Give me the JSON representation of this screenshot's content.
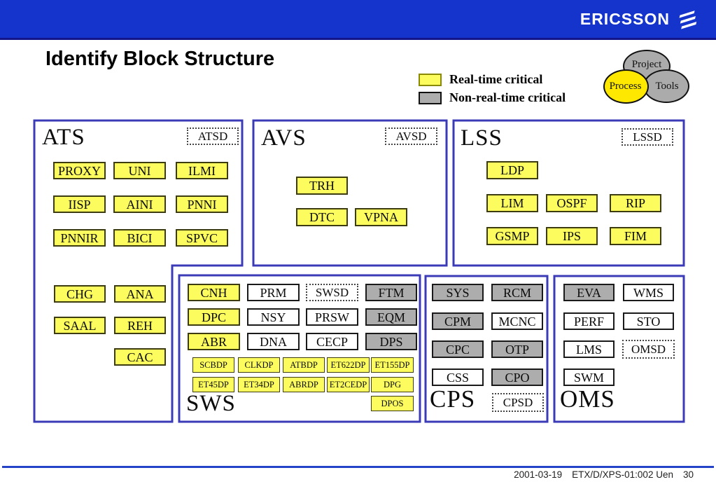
{
  "header": {
    "brand": "ERICSSON"
  },
  "title": "Identify Block Structure",
  "legend": {
    "realtime": "Real-time critical",
    "non_realtime": "Non-real-time critical"
  },
  "venn": {
    "top": "Project",
    "left": "Process",
    "right": "Tools"
  },
  "colors": {
    "bar_blue": "#1434CB",
    "container_border_blue": "#3B3BB8",
    "realtime_yellow": "#FCFC5E",
    "non_realtime_gray": "#ADADAD",
    "venn_yellow": "#FFE800"
  },
  "blocks": {
    "ats": {
      "title": "ATS",
      "badge": "ATSD",
      "boxes": [
        {
          "label": "PROXY",
          "type": "realtime"
        },
        {
          "label": "UNI",
          "type": "realtime"
        },
        {
          "label": "ILMI",
          "type": "realtime"
        },
        {
          "label": "IISP",
          "type": "realtime"
        },
        {
          "label": "AINI",
          "type": "realtime"
        },
        {
          "label": "PNNI",
          "type": "realtime"
        },
        {
          "label": "PNNIR",
          "type": "realtime"
        },
        {
          "label": "BICI",
          "type": "realtime"
        },
        {
          "label": "SPVC",
          "type": "realtime"
        },
        {
          "label": "CHG",
          "type": "realtime"
        },
        {
          "label": "ANA",
          "type": "realtime"
        },
        {
          "label": "SAAL",
          "type": "realtime"
        },
        {
          "label": "REH",
          "type": "realtime"
        },
        {
          "label": "CAC",
          "type": "realtime"
        }
      ]
    },
    "avs": {
      "title": "AVS",
      "badge": "AVSD",
      "boxes": [
        {
          "label": "TRH",
          "type": "realtime"
        },
        {
          "label": "DTC",
          "type": "realtime"
        },
        {
          "label": "VPNA",
          "type": "realtime"
        }
      ]
    },
    "lss": {
      "title": "LSS",
      "badge": "LSSD",
      "boxes": [
        {
          "label": "LDP",
          "type": "realtime"
        },
        {
          "label": "LIM",
          "type": "realtime"
        },
        {
          "label": "OSPF",
          "type": "realtime"
        },
        {
          "label": "RIP",
          "type": "realtime"
        },
        {
          "label": "GSMP",
          "type": "realtime"
        },
        {
          "label": "IPS",
          "type": "realtime"
        },
        {
          "label": "FIM",
          "type": "realtime"
        }
      ]
    },
    "sws": {
      "title": "SWS",
      "badge": "SWSD",
      "boxes": [
        {
          "label": "CNH",
          "type": "realtime"
        },
        {
          "label": "PRM",
          "type": "plain"
        },
        {
          "label": "FTM",
          "type": "nonrealtime"
        },
        {
          "label": "DPC",
          "type": "realtime"
        },
        {
          "label": "NSY",
          "type": "plain"
        },
        {
          "label": "PRSW",
          "type": "plain"
        },
        {
          "label": "EQM",
          "type": "nonrealtime"
        },
        {
          "label": "ABR",
          "type": "realtime"
        },
        {
          "label": "DNA",
          "type": "plain"
        },
        {
          "label": "CECP",
          "type": "plain"
        },
        {
          "label": "DPS",
          "type": "nonrealtime"
        },
        {
          "label": "SCBDP",
          "type": "realtime"
        },
        {
          "label": "CLKDP",
          "type": "realtime"
        },
        {
          "label": "ATBDP",
          "type": "realtime"
        },
        {
          "label": "ET622DP",
          "type": "realtime"
        },
        {
          "label": "ET155DP",
          "type": "realtime"
        },
        {
          "label": "ET45DP",
          "type": "realtime"
        },
        {
          "label": "ET34DP",
          "type": "realtime"
        },
        {
          "label": "ABRDP",
          "type": "realtime"
        },
        {
          "label": "ET2CEDP",
          "type": "realtime"
        },
        {
          "label": "DPG",
          "type": "realtime"
        },
        {
          "label": "DPOS",
          "type": "realtime"
        }
      ]
    },
    "cps": {
      "title": "CPS",
      "badge": "CPSD",
      "boxes": [
        {
          "label": "SYS",
          "type": "nonrealtime"
        },
        {
          "label": "RCM",
          "type": "nonrealtime"
        },
        {
          "label": "CPM",
          "type": "nonrealtime"
        },
        {
          "label": "MCNC",
          "type": "plain"
        },
        {
          "label": "CPC",
          "type": "nonrealtime"
        },
        {
          "label": "OTP",
          "type": "nonrealtime"
        },
        {
          "label": "CSS",
          "type": "plain"
        },
        {
          "label": "CPO",
          "type": "nonrealtime"
        }
      ]
    },
    "oms": {
      "title": "OMS",
      "badge": "OMSD",
      "boxes": [
        {
          "label": "EVA",
          "type": "nonrealtime"
        },
        {
          "label": "WMS",
          "type": "plain"
        },
        {
          "label": "PERF",
          "type": "plain"
        },
        {
          "label": "STO",
          "type": "plain"
        },
        {
          "label": "LMS",
          "type": "plain"
        },
        {
          "label": "SWM",
          "type": "plain"
        }
      ]
    }
  },
  "footer": {
    "date": "2001-03-19",
    "doc": "ETX/D/XPS-01:002 Uen",
    "page": "30"
  }
}
